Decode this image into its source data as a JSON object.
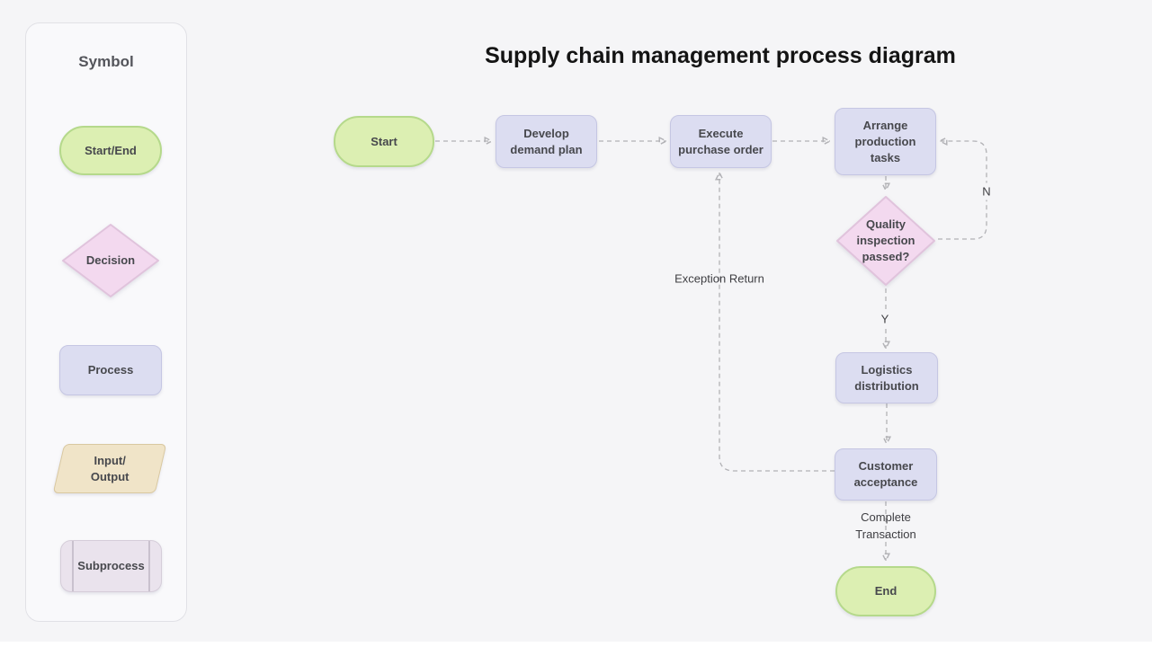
{
  "title": "Supply chain management process diagram",
  "sidebar": {
    "title": "Symbol",
    "items": [
      {
        "label": "Start/End",
        "type": "terminator"
      },
      {
        "label": "Decision",
        "type": "decision"
      },
      {
        "label": "Process",
        "type": "process"
      },
      {
        "label": "Input/\nOutput",
        "type": "input-output"
      },
      {
        "label": "Subprocess",
        "type": "subprocess"
      }
    ]
  },
  "nodes": {
    "start": {
      "label": "Start",
      "type": "terminator"
    },
    "develop": {
      "label": "Develop\ndemand plan",
      "type": "process"
    },
    "execute": {
      "label": "Execute\npurchase order",
      "type": "process"
    },
    "arrange": {
      "label": "Arrange\nproduction\ntasks",
      "type": "process"
    },
    "quality": {
      "label": "Quality\ninspection\npassed?",
      "type": "decision"
    },
    "logistics": {
      "label": "Logistics\ndistribution",
      "type": "process"
    },
    "customer": {
      "label": "Customer\nacceptance",
      "type": "process"
    },
    "end": {
      "label": "End",
      "type": "terminator"
    }
  },
  "edge_labels": {
    "no": "N",
    "yes": "Y",
    "exception": "Exception Return",
    "complete": "Complete\nTransaction"
  },
  "colors": {
    "background": "#f5f5f7",
    "terminator_fill": "#dcefb2",
    "terminator_stroke": "#b5d98b",
    "process_fill": "#dcddf1",
    "process_stroke": "#c5c6e3",
    "decision_fill": "#f3d9ef",
    "decision_stroke": "#e0c3dc",
    "io_fill": "#f0e4c8",
    "io_stroke": "#d9c8a0",
    "subprocess_fill": "#eae3ed",
    "subprocess_stroke": "#d5cdd9",
    "connector": "#b2b2b6"
  }
}
